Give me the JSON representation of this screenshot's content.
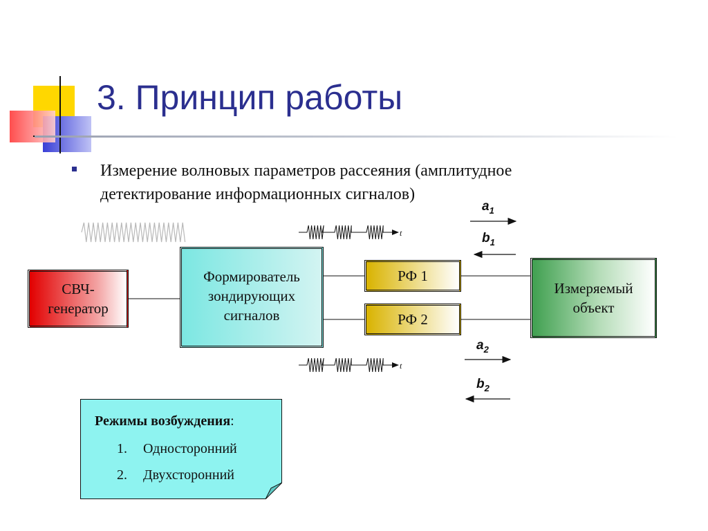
{
  "slide": {
    "title": "3. Принцип работы",
    "bullet": "Измерение волновых параметров рассеяния (амплитудное детектирование информационных сигналов)"
  },
  "diagram": {
    "generator": "СВЧ-генератор",
    "shaper": "Формирователь зондирующих сигналов",
    "rf1": "РФ 1",
    "rf2": "РФ 2",
    "object": "Измеряемый объект",
    "a1": "a",
    "a1_sub": "1",
    "b1": "b",
    "b1_sub": "1",
    "a2": "a",
    "a2_sub": "2",
    "b2": "b",
    "b2_sub": "2",
    "t_top": "t",
    "t_bottom": "t"
  },
  "modes": {
    "heading": "Режимы возбуждения",
    "colon": ":",
    "items": [
      {
        "num": "1.",
        "label": "Односторонний"
      },
      {
        "num": "2.",
        "label": "Двухсторонний"
      }
    ]
  },
  "colors": {
    "title": "#2b2f8f",
    "generator": "#e20000",
    "shaper": "#7ce7e2",
    "rf": "#d9b300",
    "object": "#40a050",
    "modes_bg": "#8ef3f0"
  }
}
